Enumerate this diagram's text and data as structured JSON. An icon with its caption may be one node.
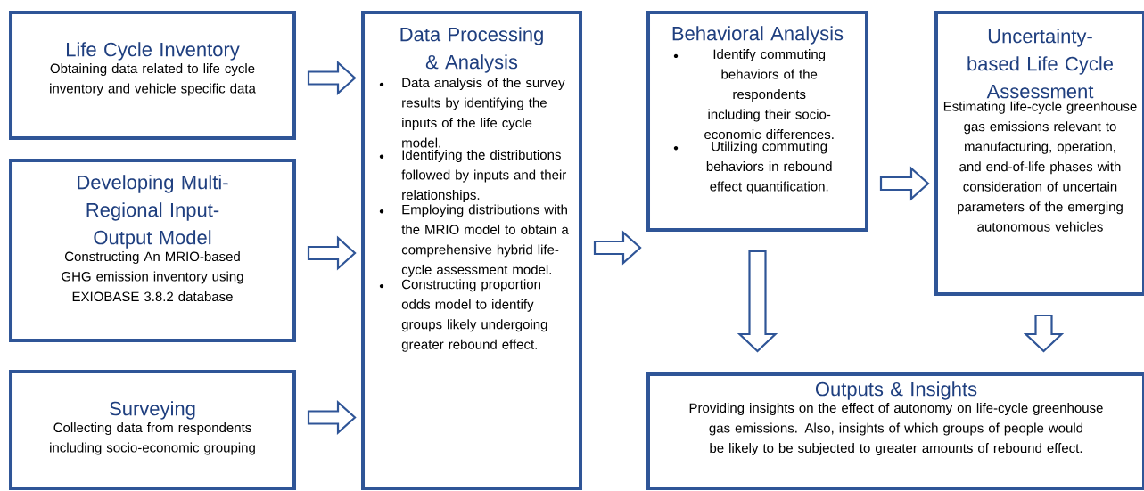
{
  "diagram": {
    "nodes": [
      {
        "text": [
          "Life Cycle Inventory",
          "Obtaining data related to life cycle inventory and vehicle specific data"
        ]
      },
      {
        "text": [
          "Developing Multi-Regional Input-Output Model",
          "Constructing An MRIO-based GHG emission inventory using EXIOBASE 3.8.2 database"
        ]
      },
      {
        "text": [
          "Surveying",
          "Collecting data from respondents including socio-economic grouping"
        ]
      },
      {
        "text": [
          "Data Processing & Analysis",
          "Data analysis of the survey results by identifying the inputs of the life cycle model.",
          "Identifying the distributions followed by inputs and their relationships.",
          "Employing distributions with the MRIO model to obtain a comprehensive hybrid life-cycle assessment model.",
          "Constructing proportion odds model to identify groups likely undergoing greater rebound effect."
        ]
      },
      {
        "text": [
          "Behavioral Analysis",
          "Identify commuting behaviors of the respondents including their socio-economic differences.",
          "Utilizing commuting behaviors in rebound effect quantification."
        ]
      },
      {
        "text": [
          "Uncertainty-based Life Cycle Assessment",
          "Estimating life-cycle greenhouse gas emissions relevant to manufacturing, operation, and end-of-life phases with consideration of uncertain parameters of the emerging autonomous vehicles"
        ]
      },
      {
        "text": [
          "Outputs & Insights",
          "Providing insights on the effect of autonomy on life-cycle greenhouse gas emissions. Also, insights of which groups of people would be likely to be subjected to greater amounts of rebound effect."
        ]
      }
    ],
    "edges": [
      {
        "from": 0,
        "to": 3,
        "arrow": "to"
      },
      {
        "from": 1,
        "to": 3,
        "arrow": "to"
      },
      {
        "from": 2,
        "to": 3,
        "arrow": "to"
      },
      {
        "from": 3,
        "to": 4,
        "arrow": "to"
      },
      {
        "from": 4,
        "to": 5,
        "arrow": "to"
      },
      {
        "from": 4,
        "to": 6,
        "arrow": "to"
      },
      {
        "from": 5,
        "to": 6,
        "arrow": "to"
      }
    ]
  }
}
